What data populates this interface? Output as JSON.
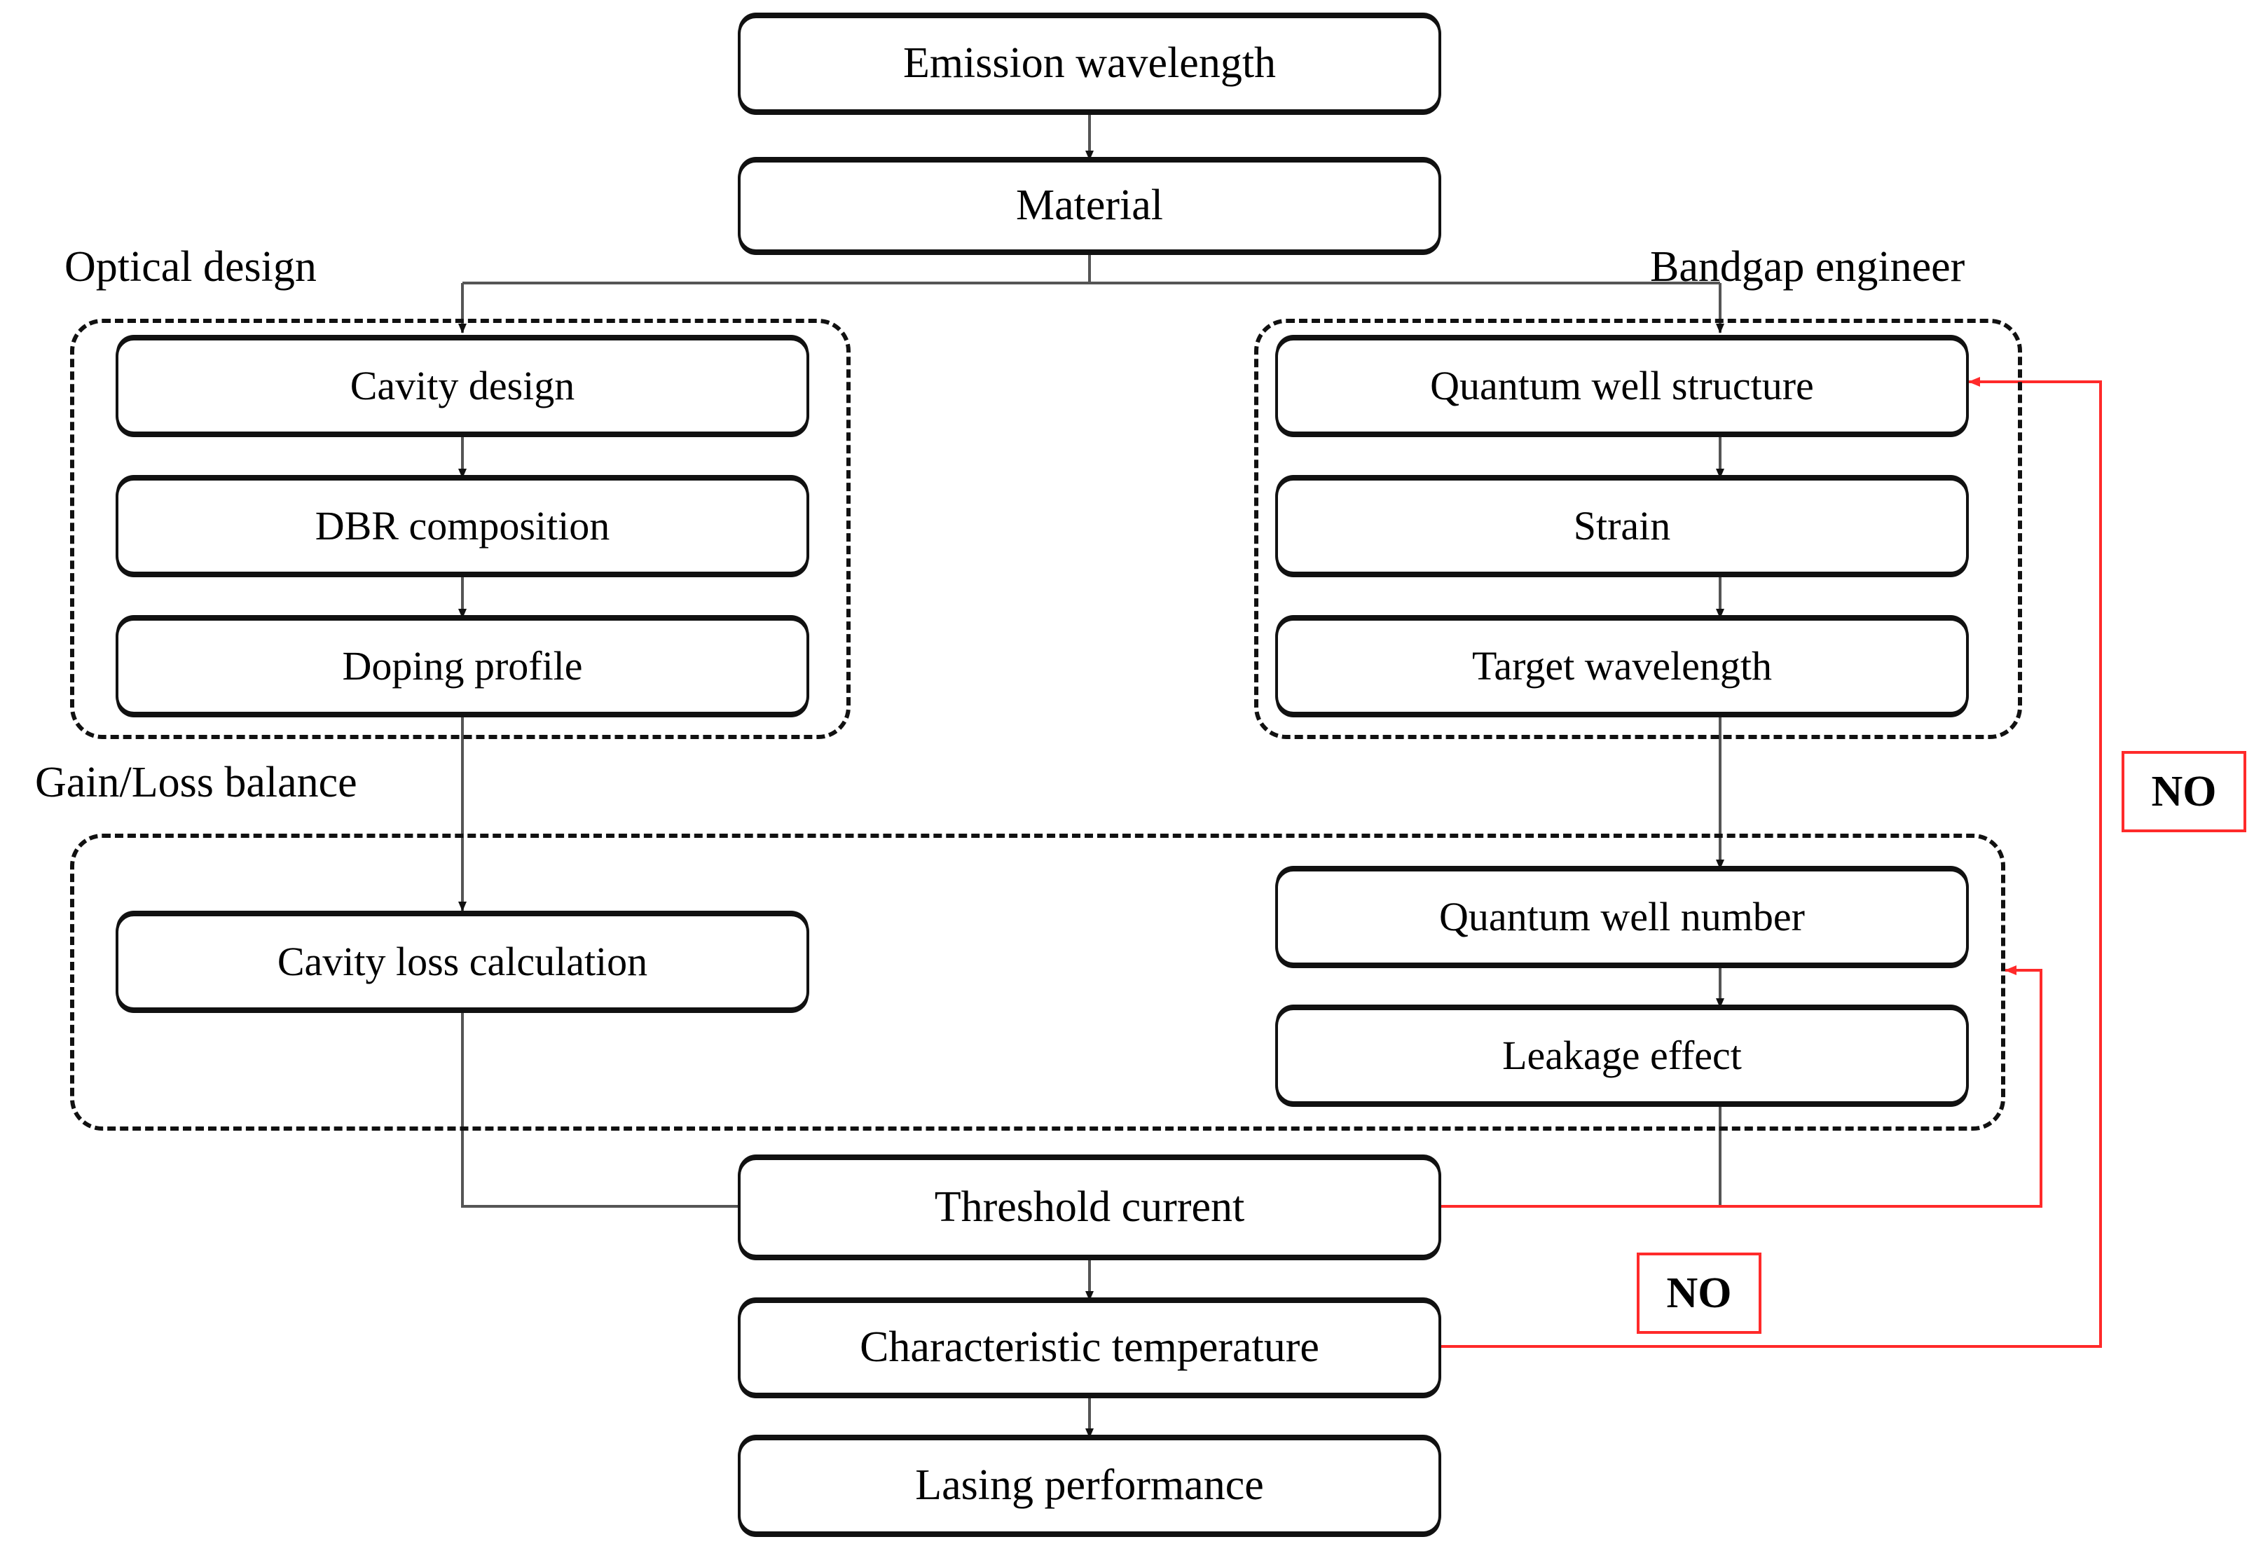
{
  "diagram": {
    "title_nodes": {
      "emission_wavelength": "Emission wavelength",
      "material": "Material"
    },
    "groups": [
      {
        "id": "optical-design",
        "label": "Optical design",
        "nodes": [
          "Cavity design",
          "DBR composition",
          "Doping profile"
        ]
      },
      {
        "id": "bandgap-engineer",
        "label": "Bandgap engineer",
        "nodes": [
          "Quantum well structure",
          "Strain",
          "Target wavelength"
        ]
      },
      {
        "id": "gain-loss-balance",
        "label": "Gain/Loss balance",
        "nodes": [
          "Cavity loss calculation",
          "Quantum well number",
          "Leakage effect"
        ]
      }
    ],
    "nodes": {
      "cavity_design": "Cavity design",
      "dbr_composition": "DBR composition",
      "doping_profile": "Doping profile",
      "quantum_well_structure": "Quantum well structure",
      "strain": "Strain",
      "target_wavelength": "Target wavelength",
      "cavity_loss_calculation": "Cavity loss calculation",
      "quantum_well_number": "Quantum well number",
      "leakage_effect": "Leakage effect",
      "threshold_current": "Threshold current",
      "characteristic_temperature": "Characteristic temperature",
      "lasing_performance": "Lasing performance"
    },
    "decision_labels": {
      "no_upper": "NO",
      "no_lower": "NO"
    },
    "colors": {
      "node_border": "#111111",
      "connector": "#555555",
      "feedback": "#ff2a2a",
      "background": "#ffffff",
      "text": "#000000"
    },
    "edges": [
      {
        "from": "Emission wavelength",
        "to": "Material",
        "style": "solid"
      },
      {
        "from": "Material",
        "to": "Cavity design",
        "style": "solid"
      },
      {
        "from": "Material",
        "to": "Quantum well structure",
        "style": "solid"
      },
      {
        "from": "Cavity design",
        "to": "DBR composition",
        "style": "solid"
      },
      {
        "from": "DBR composition",
        "to": "Doping profile",
        "style": "solid"
      },
      {
        "from": "Doping profile",
        "to": "Cavity loss calculation",
        "style": "solid"
      },
      {
        "from": "Quantum well structure",
        "to": "Strain",
        "style": "solid"
      },
      {
        "from": "Strain",
        "to": "Target wavelength",
        "style": "solid"
      },
      {
        "from": "Target wavelength",
        "to": "Quantum well number",
        "style": "solid"
      },
      {
        "from": "Quantum well number",
        "to": "Leakage effect",
        "style": "solid"
      },
      {
        "from": "Cavity loss calculation",
        "to": "Threshold current",
        "style": "solid"
      },
      {
        "from": "Leakage effect",
        "to": "Threshold current",
        "style": "solid"
      },
      {
        "from": "Threshold current",
        "to": "Characteristic temperature",
        "style": "solid"
      },
      {
        "from": "Characteristic temperature",
        "to": "Lasing performance",
        "style": "solid"
      },
      {
        "from": "Characteristic temperature",
        "to": "Quantum well structure",
        "style": "feedback",
        "label": "NO"
      },
      {
        "from": "Threshold current",
        "to": "Gain/Loss balance group",
        "style": "feedback",
        "label": "NO"
      }
    ]
  }
}
